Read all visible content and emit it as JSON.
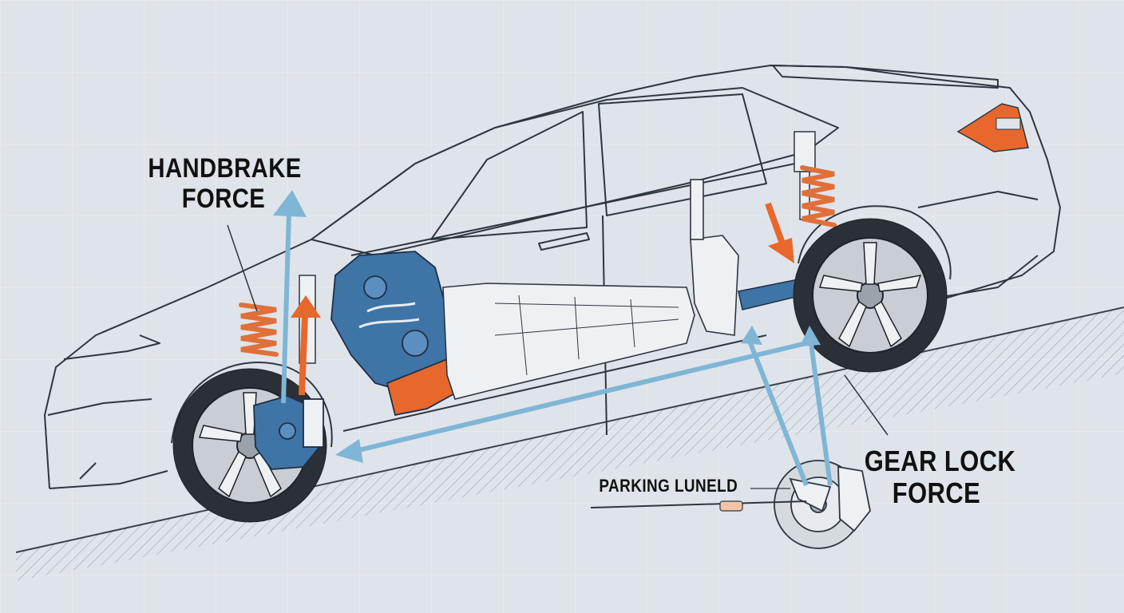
{
  "labels": {
    "handbrake": {
      "line1": "HANDBRAKE",
      "line2": "FORCE"
    },
    "gear_lock": {
      "line1": "GEAR LOCK",
      "line2": "FORCE"
    },
    "parking": "PARKING LUNELD"
  },
  "colors": {
    "background": "#dfe4ea",
    "outline": "#2e3640",
    "force_arrow_blue": "#7fb6d6",
    "force_arrow_orange": "#e8672c",
    "component_blue": "#3f74a6",
    "spring_orange": "#e0703a"
  }
}
